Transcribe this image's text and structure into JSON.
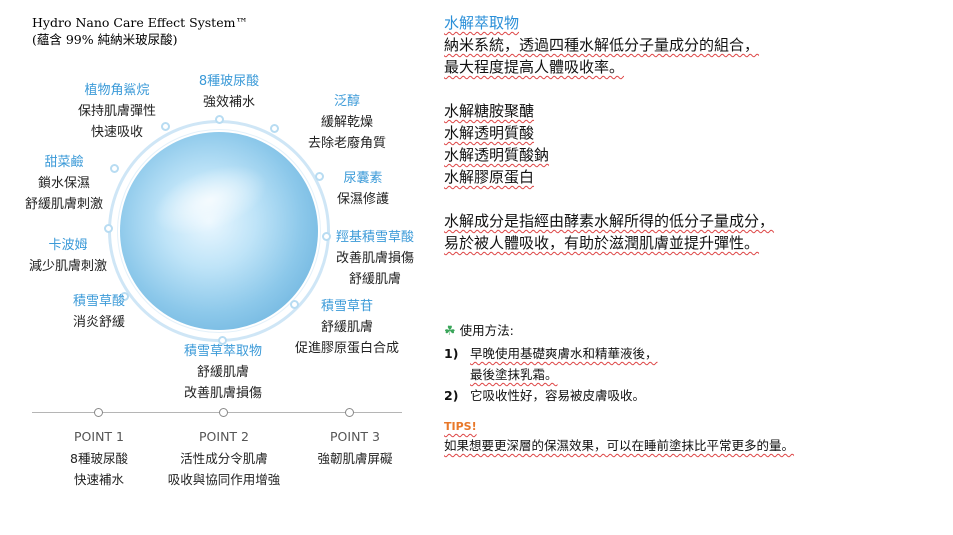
{
  "title": {
    "line1": "Hydro Nano Care Effect System™",
    "line2": "(蘊含 99% 純納米玻尿酸)"
  },
  "diagram": {
    "ingredients": [
      {
        "name": "植物角鯊烷",
        "desc1": "保持肌膚彈性",
        "desc2": "快速吸收"
      },
      {
        "name": "8種玻尿酸",
        "desc1": "強效補水",
        "desc2": ""
      },
      {
        "name": "泛醇",
        "desc1": "緩解乾燥",
        "desc2": "去除老廢角質"
      },
      {
        "name": "甜菜鹼",
        "desc1": "鎖水保濕",
        "desc2": "舒緩肌膚刺激"
      },
      {
        "name": "尿囊素",
        "desc1": "保濕修護",
        "desc2": ""
      },
      {
        "name": "卡波姆",
        "desc1": "減少肌膚刺激",
        "desc2": ""
      },
      {
        "name": "羥基積雪草酸",
        "desc1": "改善肌膚損傷",
        "desc2": "舒緩肌膚"
      },
      {
        "name": "積雪草酸",
        "desc1": "消炎舒緩",
        "desc2": ""
      },
      {
        "name": "積雪草苷",
        "desc1": "舒緩肌膚",
        "desc2": "促進膠原蛋白合成"
      },
      {
        "name": "積雪草萃取物",
        "desc1": "舒緩肌膚",
        "desc2": "改善肌膚損傷"
      }
    ],
    "points": [
      {
        "label": "POINT 1",
        "line1": "8種玻尿酸",
        "line2": "快速補水"
      },
      {
        "label": "POINT 2",
        "line1": "活性成分令肌膚",
        "line2": "吸收與協同作用增強"
      },
      {
        "label": "POINT 3",
        "line1": "強韌肌膚屏礙",
        "line2": ""
      }
    ]
  },
  "extract": {
    "heading": "水解萃取物",
    "intro1": "納米系統，透過四種水解低分子量成分的組合，",
    "intro2": "最大程度提高人體吸收率。",
    "items": [
      "水解糖胺聚醣",
      "水解透明質酸",
      "水解透明質酸鈉",
      "水解膠原蛋白"
    ],
    "note1": "水解成分是指經由酵素水解所得的低分子量成分，",
    "note2": "易於被人體吸收，有助於滋潤肌膚並提升彈性。"
  },
  "usage": {
    "heading": "使用方法:",
    "icon": "clover-icon",
    "steps": [
      {
        "num": "1)",
        "line1": "早晚使用基礎爽膚水和精華液後，",
        "line2": "最後塗抹乳霜。"
      },
      {
        "num": "2)",
        "line1": "它吸收性好，容易被皮膚吸收。",
        "line2": ""
      }
    ]
  },
  "tips": {
    "heading": "TIPS!",
    "text": "如果想要更深層的保濕效果，可以在睡前塗抹比平常更多的量。"
  },
  "colors": {
    "accent": "#3b9ad8",
    "heading_blue": "#2a8fd8",
    "tips_orange": "#e8782a",
    "clover_green": "#3aa55a"
  }
}
